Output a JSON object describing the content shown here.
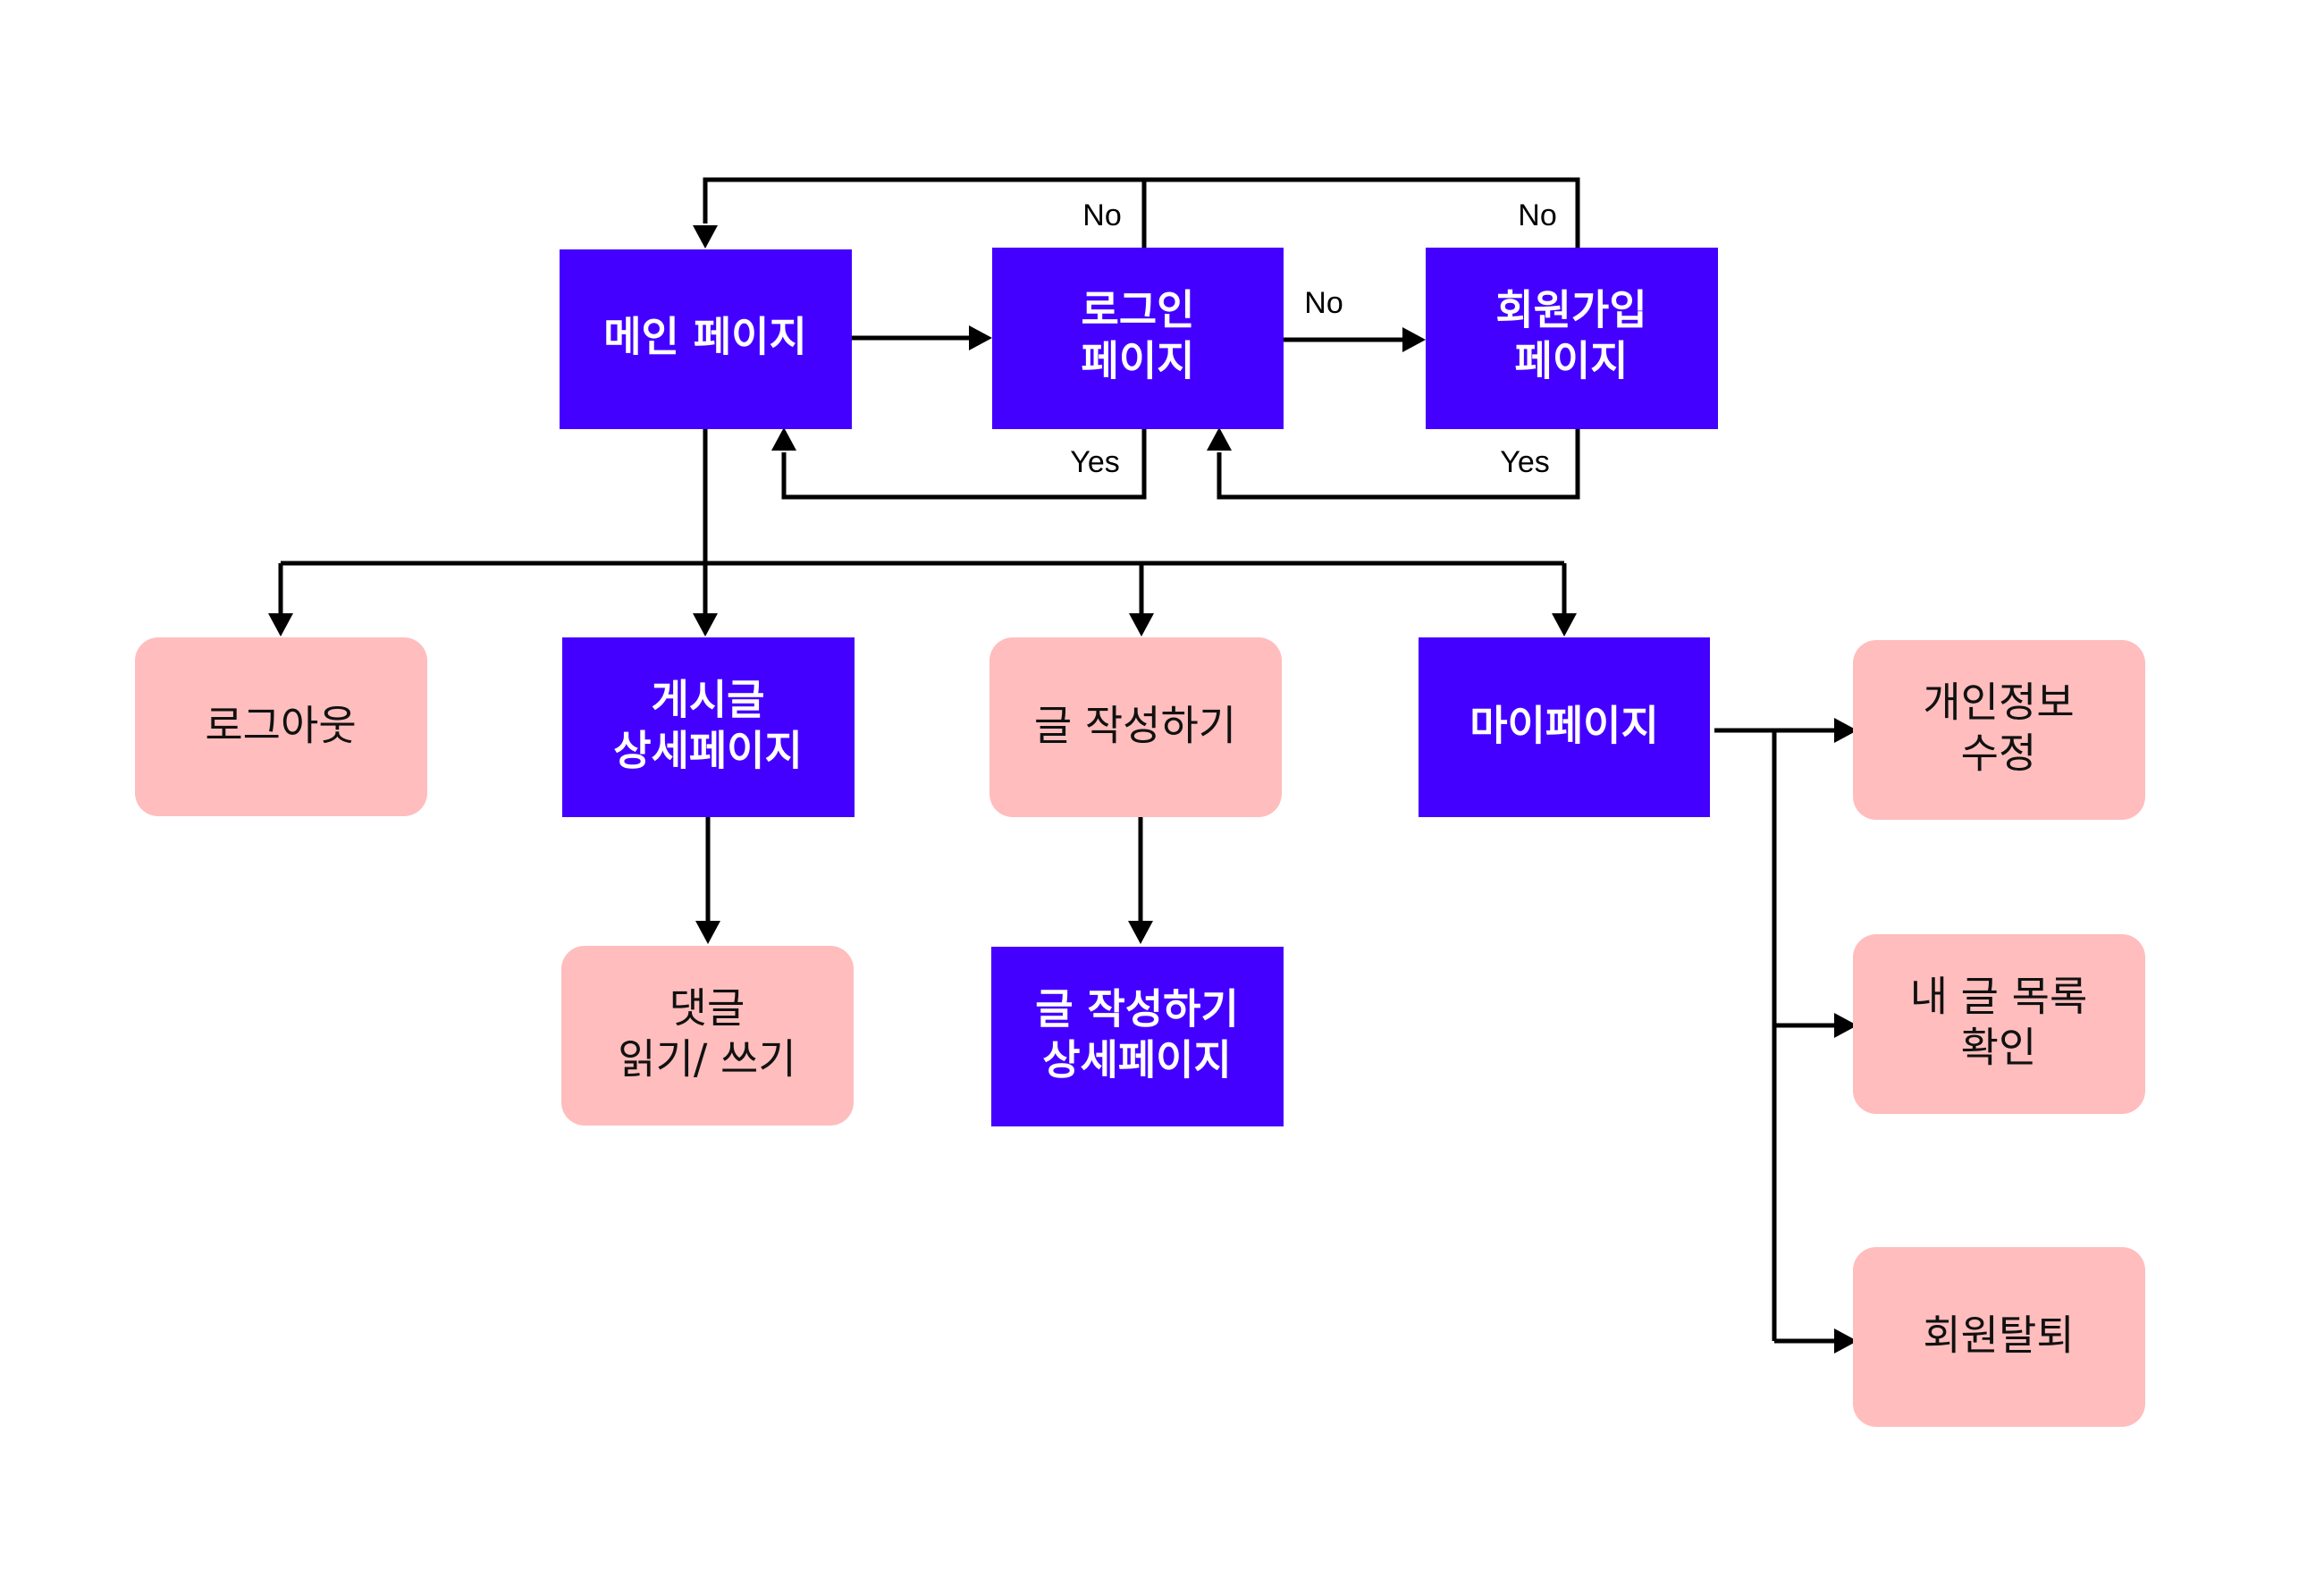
{
  "colors": {
    "primary_node": "#4400ff",
    "secondary_node": "#ffbdbd",
    "primary_text": "#ffffff",
    "secondary_text": "#111111",
    "edge": "#000000"
  },
  "nodes": {
    "main_page": {
      "lines": [
        "메인 페이지"
      ]
    },
    "login_page": {
      "lines": [
        "로그인",
        "페이지"
      ]
    },
    "signup_page": {
      "lines": [
        "회원가입",
        "페이지"
      ]
    },
    "logout": {
      "lines": [
        "로그아웃"
      ]
    },
    "post_detail": {
      "lines": [
        "게시글",
        "상세페이지"
      ]
    },
    "write_post": {
      "lines": [
        "글 작성하기"
      ]
    },
    "mypage": {
      "lines": [
        "마이페이지"
      ]
    },
    "comment": {
      "lines": [
        "댓글",
        "읽기/ 쓰기"
      ]
    },
    "write_post_detail": {
      "lines": [
        "글 작성하기",
        "상세페이지"
      ]
    },
    "edit_profile": {
      "lines": [
        "개인정보",
        "수정"
      ]
    },
    "my_posts": {
      "lines": [
        "내 글 목록",
        "확인"
      ]
    },
    "withdraw": {
      "lines": [
        "회원탈퇴"
      ]
    }
  },
  "edge_labels": {
    "login_no_to_main": "No",
    "signup_no_to_main": "No",
    "login_no_to_signup": "No",
    "login_yes": "Yes",
    "signup_yes": "Yes"
  }
}
